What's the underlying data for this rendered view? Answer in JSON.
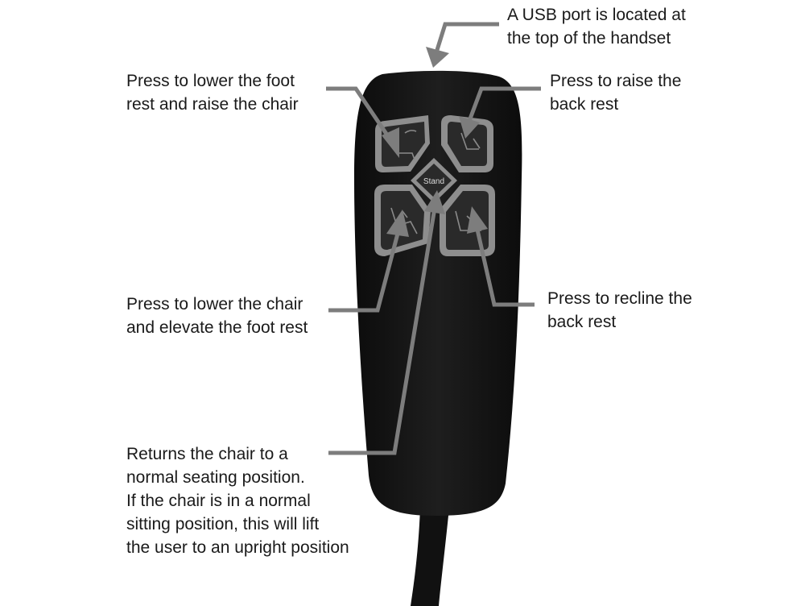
{
  "callouts": {
    "usb": [
      "A USB port is located at",
      "the top of the handset"
    ],
    "foot_lower": [
      "Press to lower the foot",
      "rest and raise the chair"
    ],
    "back_raise": [
      "Press to raise the",
      "back rest"
    ],
    "chair_lower": [
      "Press to lower the chair",
      "and elevate the foot rest"
    ],
    "back_recline": [
      "Press to recline the",
      "back rest"
    ],
    "stand": [
      "Returns the chair to a",
      "normal seating position.",
      "If the chair is in a normal",
      "sitting position, this will lift",
      "the user to an upright position"
    ]
  },
  "handset": {
    "stand_label": "Stand",
    "buttons": [
      {
        "id": "top-left",
        "icon": "chair-upright-icon"
      },
      {
        "id": "top-right",
        "icon": "backrest-up-icon"
      },
      {
        "id": "bottom-left",
        "icon": "chair-down-footrest-up-icon"
      },
      {
        "id": "bottom-right",
        "icon": "recline-icon"
      }
    ]
  },
  "colors": {
    "handset_body": "#161616",
    "button_rim": "#8e8e8e",
    "button_face": "#2a2a2a",
    "arrow": "#7d7d7d",
    "text": "#1a1a1a"
  }
}
